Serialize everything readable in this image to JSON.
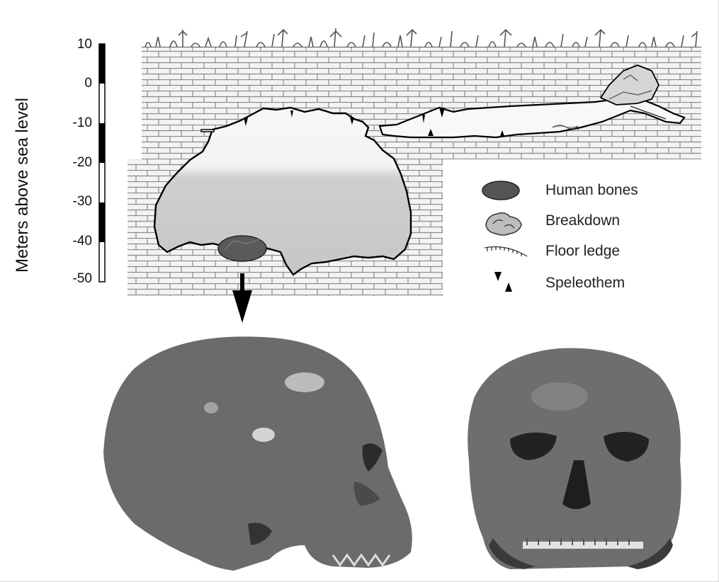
{
  "axis": {
    "title": "Meters above sea level",
    "ticks": [
      "10",
      "0",
      "-10",
      "-20",
      "-30",
      "-40",
      "-50"
    ]
  },
  "legend": {
    "items": [
      {
        "label": "Human bones",
        "icon": "bone-deposit-icon"
      },
      {
        "label": "Breakdown",
        "icon": "breakdown-rock-icon"
      },
      {
        "label": "Floor ledge",
        "icon": "floor-ledge-icon"
      },
      {
        "label": "Speleothem",
        "icon": "speleothem-icon"
      }
    ]
  },
  "colors": {
    "bedrock": "#f2f2f2",
    "brick_line": "#8c8c8c",
    "water": "#c9c9c9",
    "air": "#f7f7f7",
    "bones": "#555555",
    "skull": "#6a6a6a"
  }
}
